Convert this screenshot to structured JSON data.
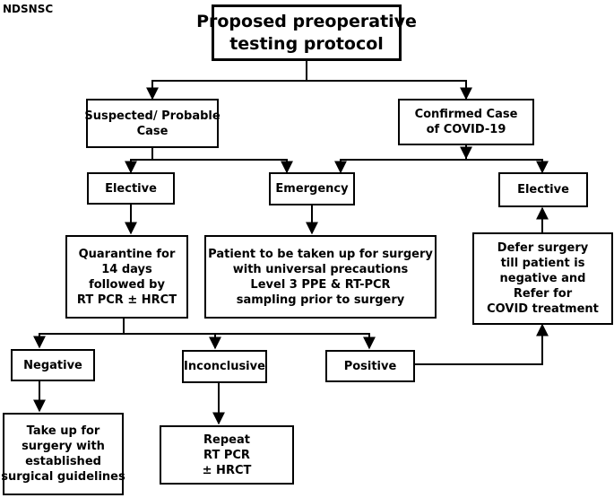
{
  "watermark": "NDSNSC",
  "nodes": {
    "title": [
      "Proposed preoperative",
      "testing protocol"
    ],
    "suspected": [
      "Suspected/ Probable",
      "Case"
    ],
    "confirmed": [
      "Confirmed Case",
      "of COVID-19"
    ],
    "elective_left": [
      "Elective"
    ],
    "emergency": [
      "Emergency"
    ],
    "elective_right": [
      "Elective"
    ],
    "quarantine": [
      "Quarantine for",
      "14 days",
      "followed by",
      "RT PCR ± HRCT"
    ],
    "emergency_action": [
      "Patient to be taken up for surgery",
      "with universal precautions",
      "Level 3 PPE & RT-PCR",
      "sampling prior to surgery"
    ],
    "defer": [
      "Defer surgery",
      "till patient is",
      "negative and",
      "Refer for",
      "COVID treatment"
    ],
    "negative": [
      "Negative"
    ],
    "inconclusive": [
      "Inconclusive"
    ],
    "positive": [
      "Positive"
    ],
    "take_up": [
      "Take up for",
      "surgery with",
      "established",
      "surgical guidelines"
    ],
    "repeat": [
      "Repeat",
      "RT PCR",
      "± HRCT"
    ]
  }
}
